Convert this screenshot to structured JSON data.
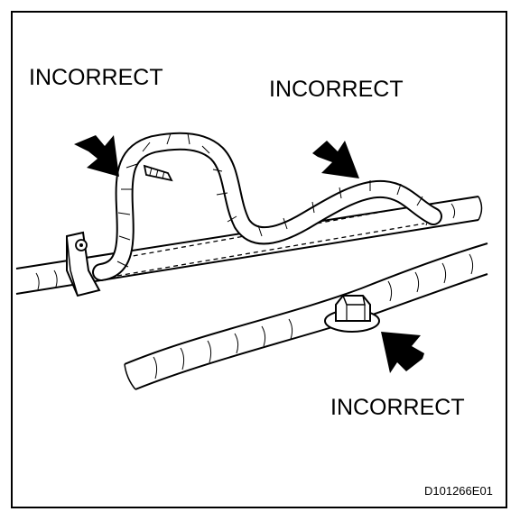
{
  "labels": {
    "top_left": "INCORRECT",
    "top_right": "INCORRECT",
    "bottom_right": "INCORRECT"
  },
  "figure_code": "D101266E01",
  "colors": {
    "ink": "#000000",
    "paper": "#ffffff"
  }
}
